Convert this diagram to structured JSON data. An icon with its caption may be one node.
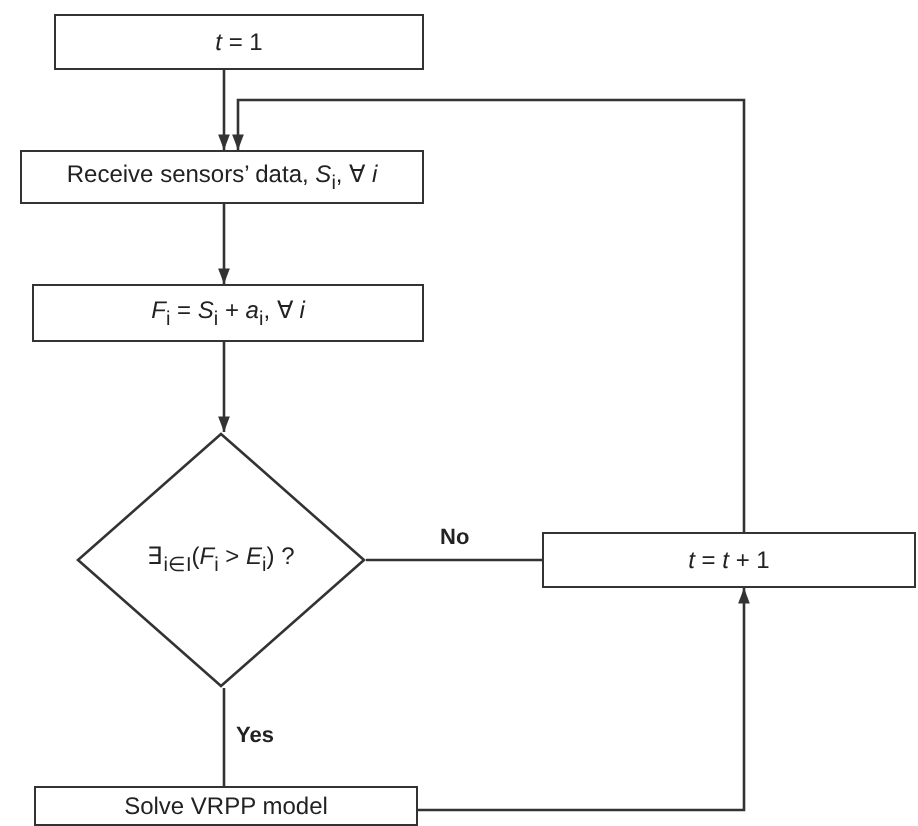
{
  "diagram": {
    "nodes": [
      {
        "text": [
          "*t* = 1"
        ]
      },
      {
        "text": [
          "Receive sensors’ data, *S*$_{i}$, ∀ *i*"
        ]
      },
      {
        "text": [
          "*F*$_{i}$ = *S*$_{i}$ + *a*$_{i}$, ∀ *i*"
        ]
      },
      {
        "text": [
          "∃$_{i∈I}$(*F*$_{i}$ > *E*$_{i}$) ?"
        ]
      },
      {
        "text": [
          "*t* = *t* + 1"
        ]
      },
      {
        "text": [
          "Solve VRPP model"
        ]
      }
    ],
    "edges": [
      {
        "from": 0,
        "to": 1,
        "arrow": "to"
      },
      {
        "from": 1,
        "to": 2,
        "arrow": "to"
      },
      {
        "from": 2,
        "to": 3,
        "arrow": "to"
      },
      {
        "from": 3,
        "to": 4,
        "arrow": "none",
        "label": "No"
      },
      {
        "from": 3,
        "to": 5,
        "arrow": "none",
        "label": "Yes"
      },
      {
        "from": 5,
        "to": 4,
        "arrow": "to"
      },
      {
        "from": 4,
        "to": 1,
        "arrow": "to"
      }
    ]
  }
}
